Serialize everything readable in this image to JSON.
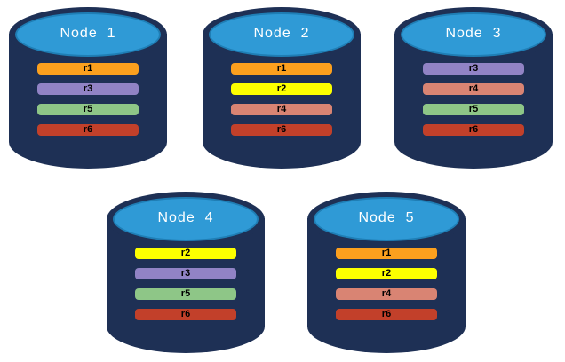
{
  "diagram": {
    "colors": {
      "page_background": "#FFFFFF",
      "cylinder_body": "#1E3055",
      "cylinder_top_fill": "#2F9AD6",
      "cylinder_top_border": "#1F7EB5",
      "node_label_text": "#FFFFFF",
      "replica_label_text": "#000000"
    },
    "replica_colors": {
      "r1": "#FCA01E",
      "r2": "#FDFF00",
      "r3": "#9183C5",
      "r4": "#D98473",
      "r5": "#8EC687",
      "r6": "#C2402A"
    },
    "nodes": [
      {
        "label": "Node  1",
        "replicas": [
          "r1",
          "r3",
          "r5",
          "r6"
        ]
      },
      {
        "label": "Node  2",
        "replicas": [
          "r1",
          "r2",
          "r4",
          "r6"
        ]
      },
      {
        "label": "Node  3",
        "replicas": [
          "r3",
          "r4",
          "r5",
          "r6"
        ]
      },
      {
        "label": "Node  4",
        "replicas": [
          "r2",
          "r3",
          "r5",
          "r6"
        ]
      },
      {
        "label": "Node  5",
        "replicas": [
          "r1",
          "r2",
          "r4",
          "r6"
        ]
      }
    ]
  }
}
